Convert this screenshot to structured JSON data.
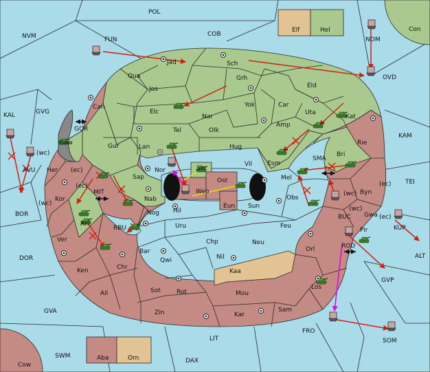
{
  "provinces": {
    "pol": "POL",
    "nvm": "NVM",
    "fun": "FUN",
    "cob": "COB",
    "elf": "Elf",
    "hel": "Hel",
    "nom": "NOM",
    "con": "Con",
    "ovd": "OVD",
    "jad": "Jad",
    "sch": "Sch",
    "qua": "Qua",
    "jos": "Jos",
    "grh": "Grh",
    "eld": "Eld",
    "can": "Can",
    "elc": "Elc",
    "yok": "Yok",
    "car": "Car",
    "uta": "Uta",
    "kat": "Kat",
    "kal": "KAL",
    "gvg": "GVG",
    "gor": "GOR",
    "gaw": "Gaw",
    "tel": "Tel",
    "nar": "Nar",
    "olk": "Olk",
    "amp": "Amp",
    "kam": "KAM",
    "gur": "Gur",
    "lan": "Lan",
    "hug": "Hug",
    "esm": "Esm",
    "rie": "Rie",
    "bri": "Bri",
    "her": "Her",
    "nor": "Nor",
    "skr": "Skr",
    "vil": "Vil",
    "sma": "SMA",
    "avu": "AVU",
    "sap": "Sap",
    "ost": "Ost",
    "mel": "Mel",
    "tei": "TEI",
    "mit": "MIT",
    "web": "Web",
    "byn": "Byn",
    "kor": "Kor",
    "nab": "Nab",
    "eun": "Eun",
    "obs": "Obs",
    "bor": "BOR",
    "hil": "Hil",
    "sun": "Sun",
    "buc": "BUC",
    "gwa": "Gwa",
    "kup": "KUP",
    "ari": "Ari",
    "nog": "Nog",
    "rbu": "RBU",
    "uru": "Uru",
    "feu": "Feu",
    "pir": "Pir",
    "ver": "Ver",
    "chp": "Chp",
    "neu": "Neu",
    "rod": "ROD",
    "alt": "ALT",
    "dor": "DOR",
    "bar": "Bar",
    "qwi": "Qwi",
    "nil": "Nil",
    "orl": "Orl",
    "ken": "Ken",
    "chr": "Chr",
    "kaa": "Kaa",
    "gvp": "GVP",
    "ail": "Ail",
    "sot": "Sot",
    "rot": "Rot",
    "mou": "Mou",
    "los": "Los",
    "gva": "GVA",
    "zin": "Zin",
    "kar": "Kar",
    "sam": "Sam",
    "fro": "FRO",
    "lit": "LIT",
    "som": "SOM",
    "swm": "SWM",
    "aba": "Aba",
    "orn": "Orn",
    "dax": "DAX",
    "cow": "Cow"
  },
  "coast_labels": {
    "avu_wc": "(wc)",
    "her_ec": "(ec)",
    "kor_ec": "(ec)",
    "kor_wc": "(wc)",
    "byn_ec": "(ec)",
    "buc_wc": "(wc)",
    "gwa_ec": "(ec)",
    "pir_wc": "(wc)"
  },
  "colors": {
    "sea": "#a9dbe8",
    "green_power": "#a9c98f",
    "red_power": "#c48a84",
    "neutral": "#e2c394",
    "impassable": "#888888",
    "move_order": "#d02010",
    "support_order": "#e000e0",
    "convoy_order": "#e8e000"
  },
  "icons": {
    "army": "tank-icon",
    "fleet": "ship-icon",
    "supply_center": "supply-center-icon",
    "failed_order": "cross-mark-icon",
    "link": "double-arrow-icon"
  }
}
